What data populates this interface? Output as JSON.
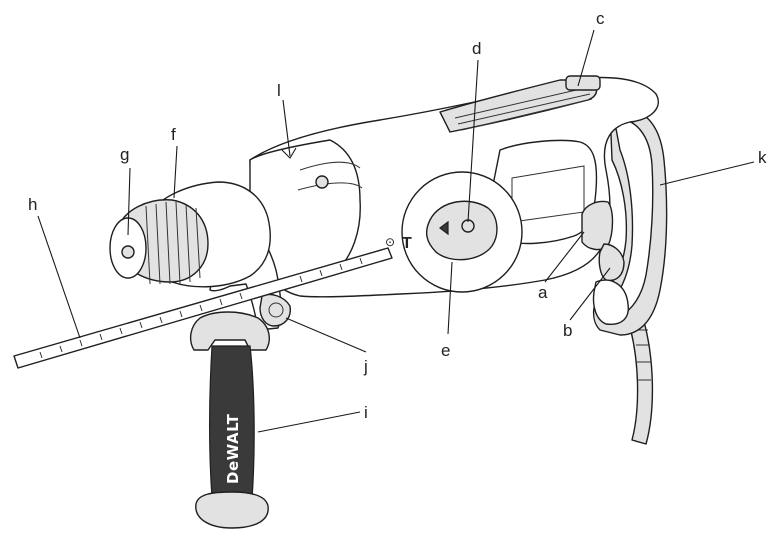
{
  "diagram": {
    "callouts": {
      "a": "a",
      "b": "b",
      "c": "c",
      "d": "d",
      "e": "e",
      "f": "f",
      "g": "g",
      "h": "h",
      "i": "i",
      "j": "j",
      "k": "k",
      "l": "l"
    },
    "brand_lettering": "DeWALT"
  }
}
